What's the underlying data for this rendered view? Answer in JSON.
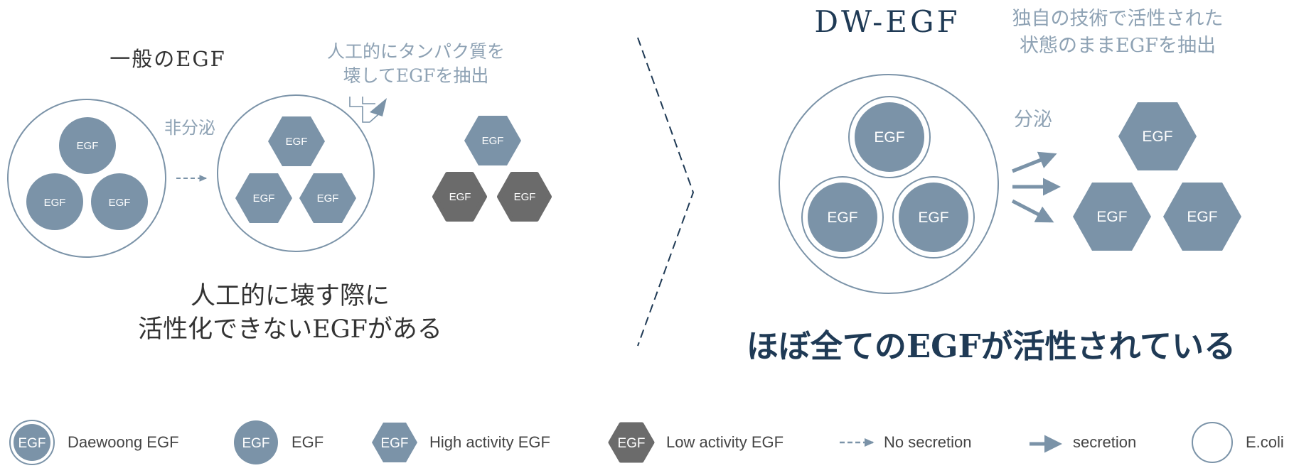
{
  "colors": {
    "accent": "#7b93a8",
    "accent_text": "#8ea2b4",
    "low_activity": "#6b6b6b",
    "dark_text": "#333333",
    "navy": "#1f3a55"
  },
  "left_panel": {
    "title": "一般のEGF",
    "no_secretion_label": "非分泌",
    "callout_line1": "人工的にタンパク質を",
    "callout_line2": "壊してEGFを抽出",
    "caption_line1": "人工的に壊す際に",
    "caption_line2": "活性化できないEGFがある",
    "egf_label": "EGF"
  },
  "right_panel": {
    "title": "DW-EGF",
    "subtitle_line1": "独自の技術で活性された",
    "subtitle_line2": "状態のままEGFを抽出",
    "secretion_label": "分泌",
    "caption": "ほぼ全てのEGFが活性されている",
    "egf_label": "EGF"
  },
  "legend": {
    "items": [
      {
        "icon": "daewoong-egf-icon",
        "icon_text": "EGF",
        "label": "Daewoong EGF"
      },
      {
        "icon": "egf-circle-icon",
        "icon_text": "EGF",
        "label": "EGF"
      },
      {
        "icon": "high-activity-hexagon-icon",
        "icon_text": "EGF",
        "label": "High activity EGF"
      },
      {
        "icon": "low-activity-hexagon-icon",
        "icon_text": "EGF",
        "label": "Low activity EGF"
      },
      {
        "icon": "dashed-arrow-icon",
        "icon_text": "",
        "label": "No secretion"
      },
      {
        "icon": "solid-arrow-icon",
        "icon_text": "",
        "label": "secretion"
      },
      {
        "icon": "ecoli-circle-icon",
        "icon_text": "",
        "label": "E.coli"
      }
    ]
  }
}
